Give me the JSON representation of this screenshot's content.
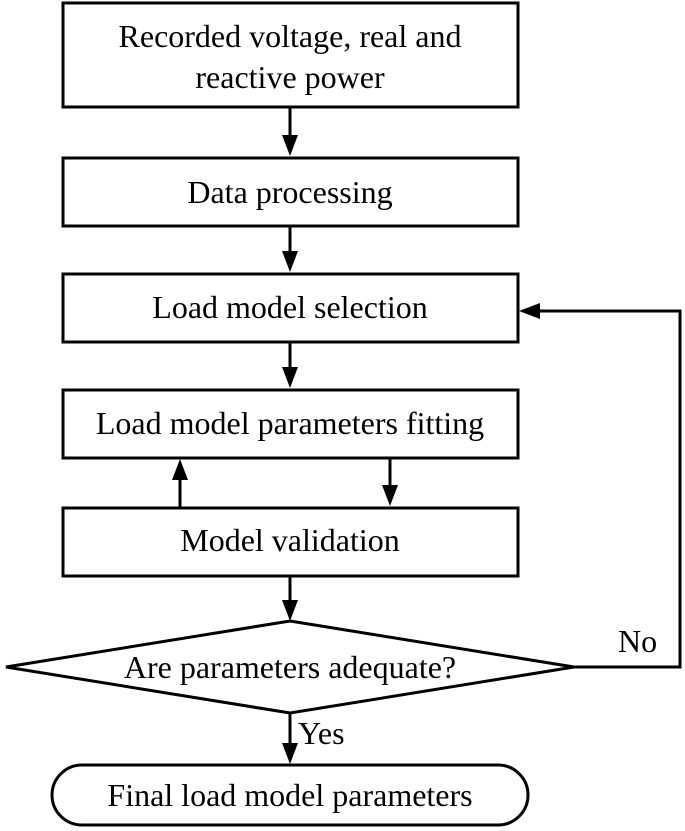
{
  "nodes": {
    "recorded": {
      "line1": "Recorded voltage, real and",
      "line2": "reactive power"
    },
    "processing": "Data processing",
    "selection": "Load model selection",
    "fitting": "Load model parameters fitting",
    "validation": "Model validation",
    "decision": "Are parameters adequate?",
    "final": "Final load model parameters"
  },
  "edges": {
    "no_label": "No",
    "yes_label": "Yes"
  }
}
